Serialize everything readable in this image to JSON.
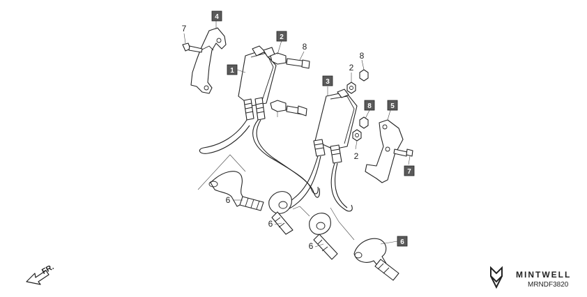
{
  "callouts": {
    "c4": "4",
    "c2": "2",
    "c1": "1",
    "c3": "3",
    "c8b": "8",
    "c5": "5",
    "c7b": "7",
    "c6b": "6"
  },
  "labels": {
    "l7": "7",
    "l8a": "8",
    "l8b": "8",
    "l2a": "2",
    "l2b": "2",
    "l6a": "6",
    "l6b": "6",
    "l6c": "6"
  },
  "direction": {
    "text": "FR."
  },
  "brand": {
    "name": "MINTWELL",
    "code": "MRNDF3820"
  },
  "colors": {
    "callout_fill": "#5a5a5a",
    "line": "#222222",
    "background": "#ffffff"
  }
}
